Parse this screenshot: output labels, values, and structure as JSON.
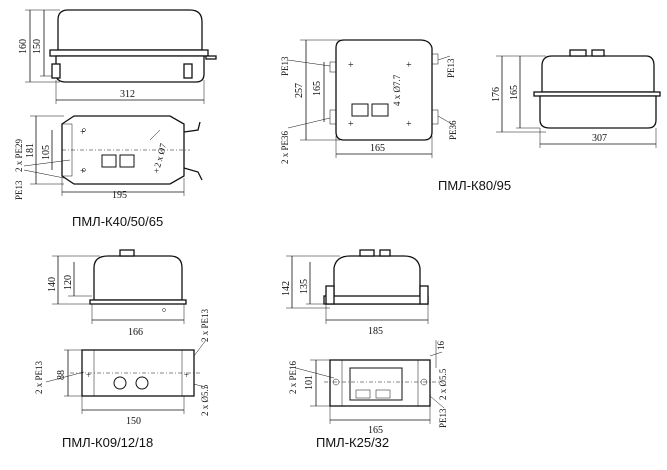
{
  "models": {
    "k40": {
      "caption": "ПМЛ-К40/50/65",
      "top_height_outer": "160",
      "top_height_inner": "150",
      "top_width": "312",
      "plan_width_outer": "181",
      "plan_width_inner": "105",
      "holes": "2 х Ø7",
      "plan_length": "195",
      "gland_left_top": "2 х РЕ29",
      "gland_left_bottom": "РЕ13"
    },
    "k80": {
      "caption": "ПМЛ-К80/95",
      "plan_height_outer": "257",
      "plan_height_inner": "165",
      "holes": "4 х Ø7.7",
      "plan_width": "165",
      "gland_left_top": "РЕ13",
      "gland_left_bottom": "2 х РЕ36",
      "gland_right_top": "РЕ13",
      "gland_right_bottom": "РЕ36",
      "side_height_outer": "176",
      "side_height_inner": "165",
      "side_width": "307"
    },
    "k09": {
      "caption": "ПМЛ-К09/12/18",
      "side_height_outer": "140",
      "side_height_inner": "120",
      "side_width": "166",
      "plan_height": "88",
      "plan_width": "150",
      "gland_left": "2 х РЕ13",
      "gland_right_top": "2 х РЕ13",
      "holes": "2 х Ø5.5"
    },
    "k25": {
      "caption": "ПМЛ-К25/32",
      "side_height_outer": "142",
      "side_height_inner": "135",
      "side_width": "185",
      "plan_height": "101",
      "plan_width": "165",
      "plan_offset": "16",
      "gland_left": "2 х РЕ16",
      "holes": "2 х Ø5.5",
      "gland_right_bottom": "РЕ13"
    }
  }
}
